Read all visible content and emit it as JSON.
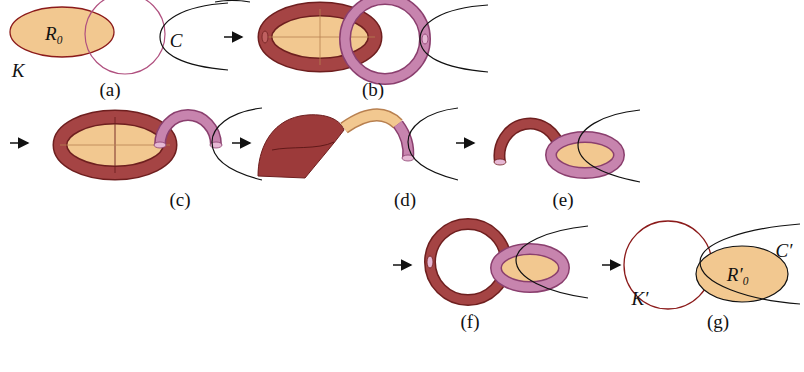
{
  "diagram": {
    "nodes": [
      {
        "text": [
          "R₀"
        ]
      },
      {
        "text": [
          "R′₀"
        ]
      }
    ],
    "labels": [
      "K",
      "C",
      "(a)",
      "(b)",
      "(c)",
      "(d)",
      "(e)",
      "(f)",
      "(g)",
      "K′",
      "C′"
    ]
  }
}
